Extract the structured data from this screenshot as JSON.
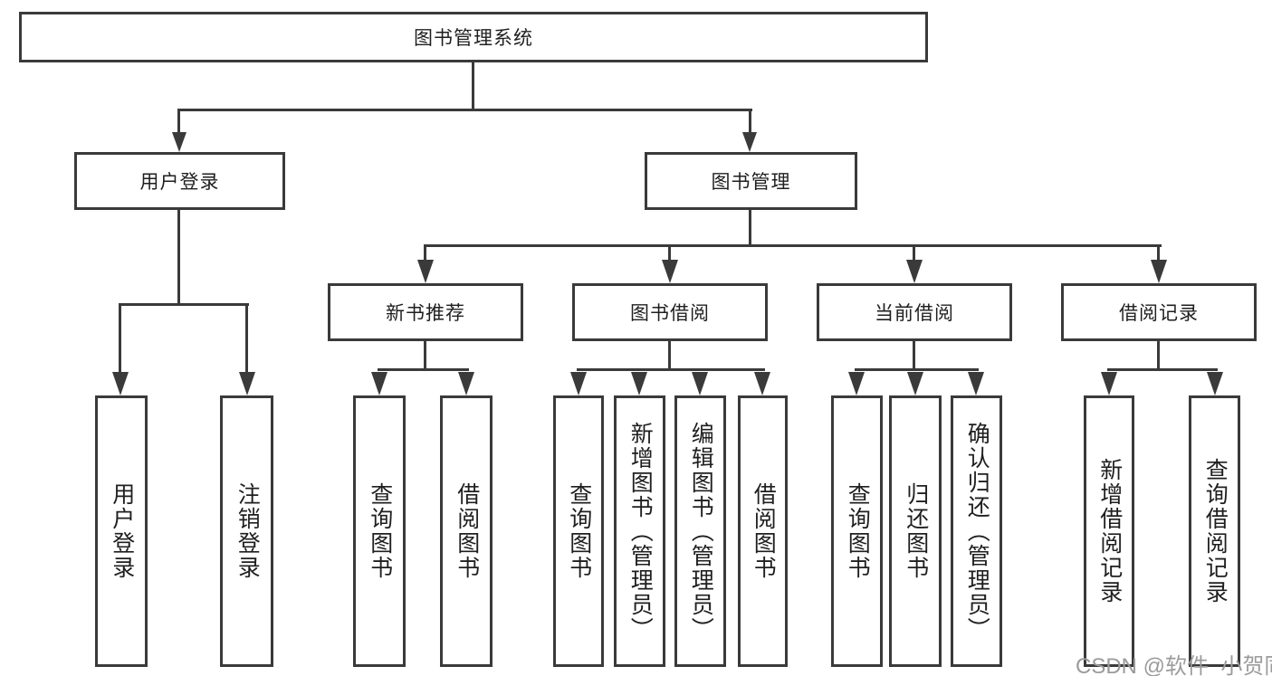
{
  "diagram": {
    "root": {
      "label": "图书管理系统"
    },
    "level2": [
      {
        "label": "用户登录"
      },
      {
        "label": "图书管理"
      }
    ],
    "level3": [
      {
        "label": "新书推荐"
      },
      {
        "label": "图书借阅"
      },
      {
        "label": "当前借阅"
      },
      {
        "label": "借阅记录"
      }
    ],
    "leaves": {
      "user": [
        "用户登录",
        "注销登录"
      ],
      "recommend": [
        "查询图书",
        "借阅图书"
      ],
      "borrow": [
        "查询图书",
        "新增图书（管理员）",
        "编辑图书（管理员）",
        "借阅图书"
      ],
      "current": [
        "查询图书",
        "归还图书",
        "确认归还（管理员）"
      ],
      "records": [
        "新增借阅记录",
        "查询借阅记录"
      ]
    }
  },
  "watermark": {
    "text": "CSDN @软件_小贺同学"
  },
  "colors": {
    "line": "#3a3a3a",
    "box_border": "#3a3a3a",
    "text": "#1f1f1f",
    "watermark": "#9b9b9b",
    "background": "#ffffff"
  }
}
